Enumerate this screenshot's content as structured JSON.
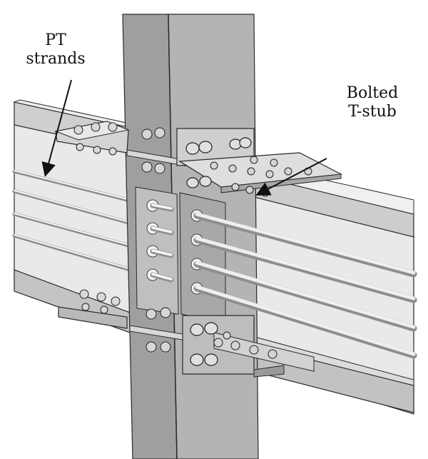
{
  "labels": {
    "pt_strands": {
      "line1": "PT",
      "line2": "strands"
    },
    "bolted_tstub": {
      "line1": "Bolted",
      "line2": "T-stub"
    }
  },
  "colors": {
    "steel_light": "#e6e6e6",
    "steel_mid": "#bdbdbd",
    "steel_dark": "#8c8c8c",
    "edge": "#2a2a2a",
    "bolt": "#d8d8d8"
  }
}
